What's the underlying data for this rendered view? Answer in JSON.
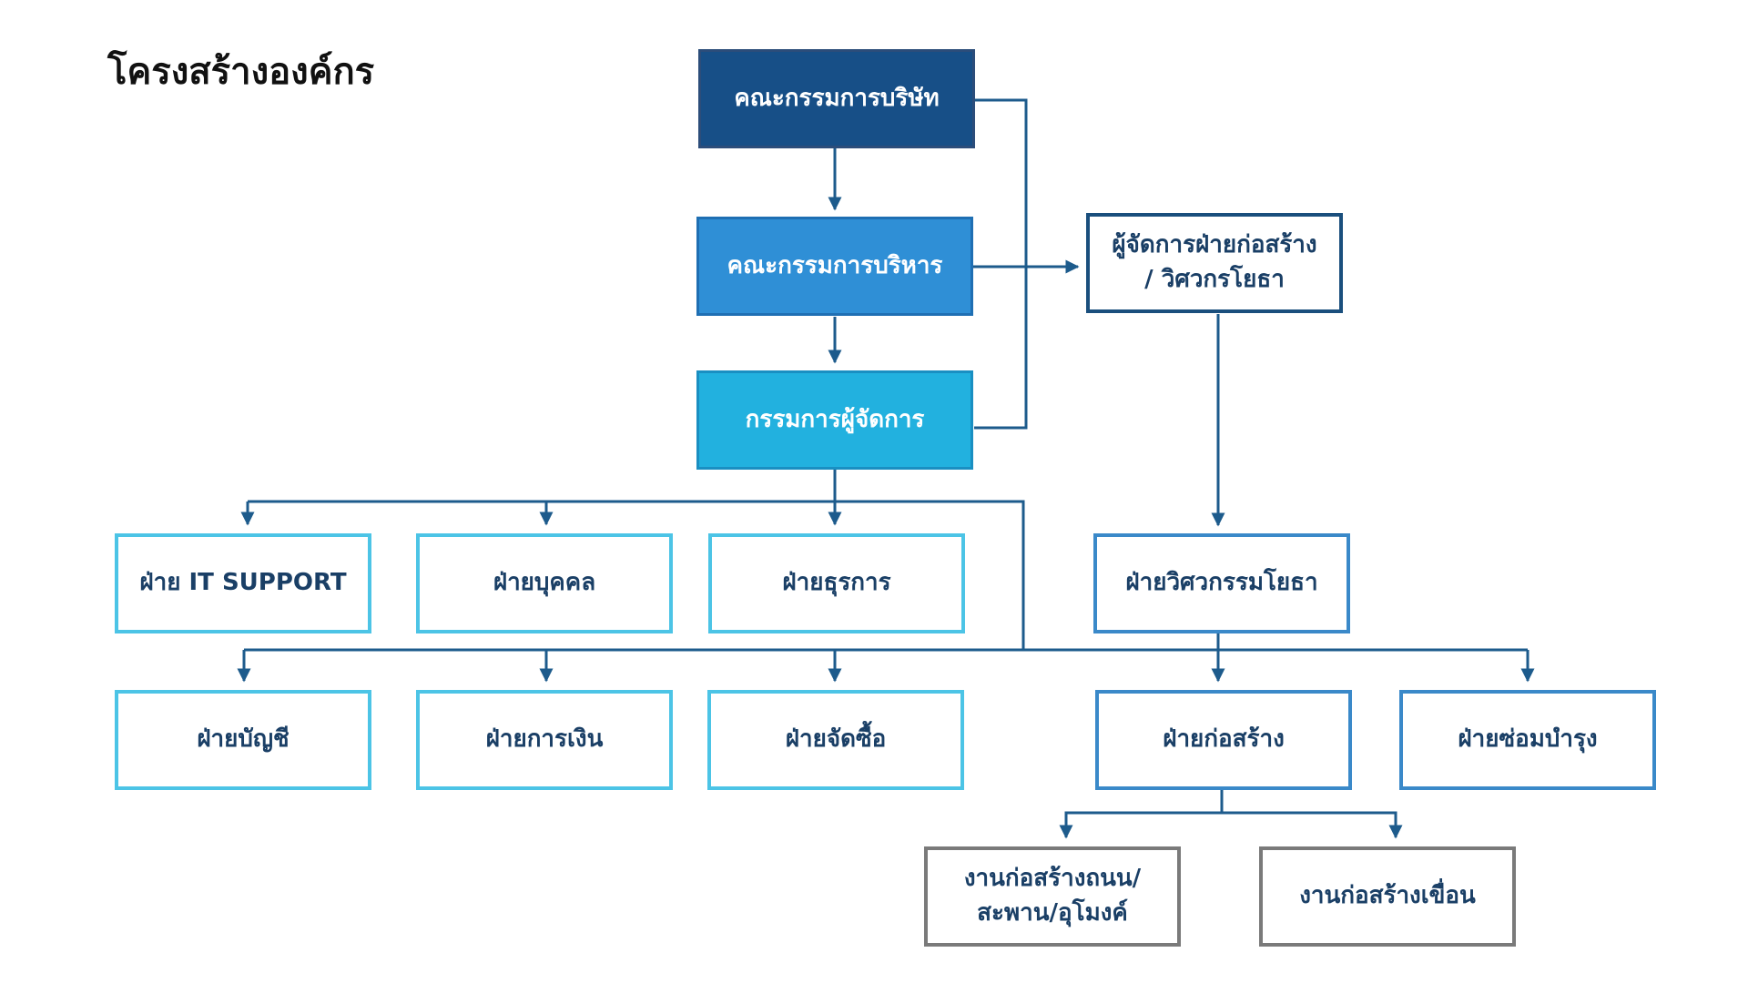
{
  "title": "โครงสร้างองค์กร",
  "colors": {
    "line": "#1d5b8c",
    "board": "#174f87",
    "executive": "#2f8fd6",
    "md": "#22b1df",
    "light_border": "#4cc4e6",
    "mid_border": "#3a89c9",
    "grey_border": "#7a7a7a"
  },
  "nodes": {
    "board": "คณะกรรมการบริษัท",
    "executive": "คณะกรรมการบริหาร",
    "md": "กรรมการผู้จัดการ",
    "construction_manager": "ผู้จัดการฝ่ายก่อสร้าง\n/ วิศวกรโยธา",
    "it_support": "ฝ่าย IT SUPPORT",
    "hr": "ฝ่ายบุคคล",
    "admin": "ฝ่ายธุรการ",
    "civil_engineering": "ฝ่ายวิศวกรรมโยธา",
    "accounting": "ฝ่ายบัญชี",
    "finance": "ฝ่ายการเงิน",
    "procurement": "ฝ่ายจัดซื้อ",
    "construction": "ฝ่ายก่อสร้าง",
    "maintenance": "ฝ่ายซ่อมบำรุง",
    "road_bridge_tunnel": "งานก่อสร้างถนน/\nสะพาน/อุโมงค์",
    "dam": "งานก่อสร้างเขื่อน"
  }
}
